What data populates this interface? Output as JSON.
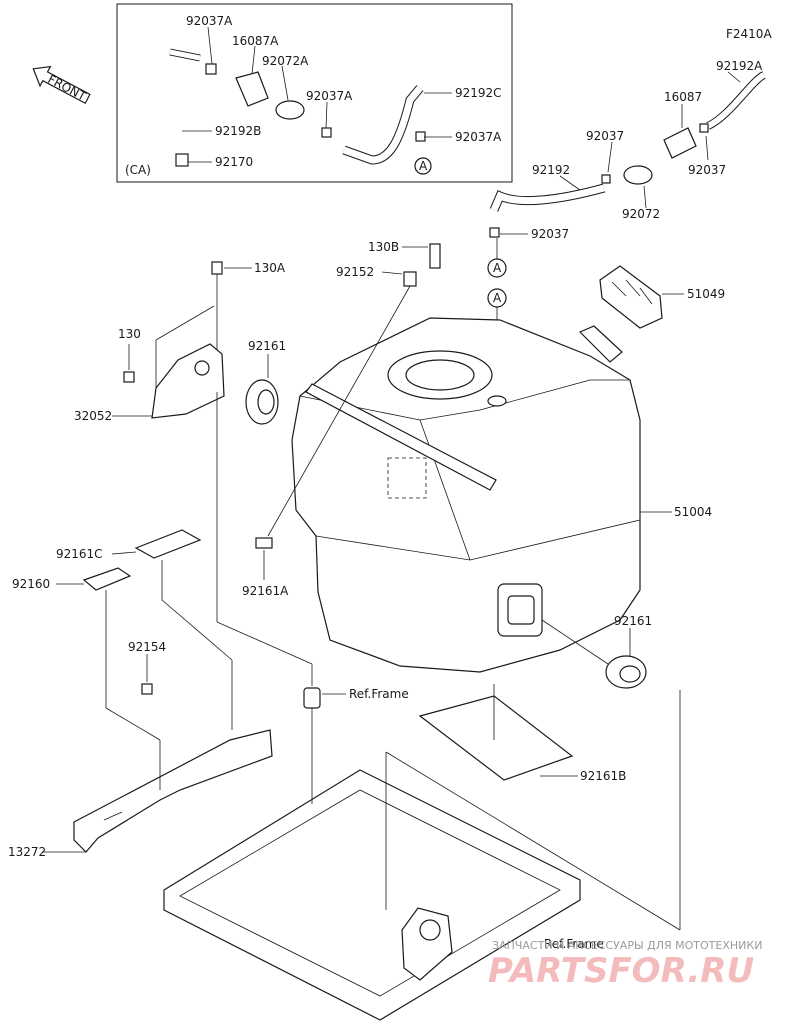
{
  "figure_code": "F2410A",
  "inset_variant": "(CA)",
  "front_label": "FRONT",
  "circle_ref": "A",
  "labels": {
    "p92037A_1": "92037A",
    "p16087A": "16087A",
    "p92072A": "92072A",
    "p92037A_2": "92037A",
    "p92192C": "92192C",
    "p92037A_3": "92037A",
    "p92192B": "92192B",
    "p92170": "92170",
    "p92192A": "92192A",
    "p16087": "16087",
    "p92037_1": "92037",
    "p92037_2": "92037",
    "p92192": "92192",
    "p92072": "92072",
    "p92037_3": "92037",
    "p130B": "130B",
    "p130A": "130A",
    "p92152": "92152",
    "p51049": "51049",
    "p130": "130",
    "p92161_1": "92161",
    "p32052": "32052",
    "p51004": "51004",
    "p92161C": "92161C",
    "p92160": "92160",
    "p92161A": "92161A",
    "p92161_2": "92161",
    "p92154": "92154",
    "p_ref_frame_1": "Ref.Frame",
    "p92161B": "92161B",
    "p13272": "13272",
    "p_ref_frame_2": "Ref.Frame"
  },
  "watermark": {
    "line1": "ЗАПЧАСТИ И АКСЕССУАРЫ ДЛЯ МОТОТЕХНИКИ",
    "line2": "PARTSFOR.RU"
  }
}
